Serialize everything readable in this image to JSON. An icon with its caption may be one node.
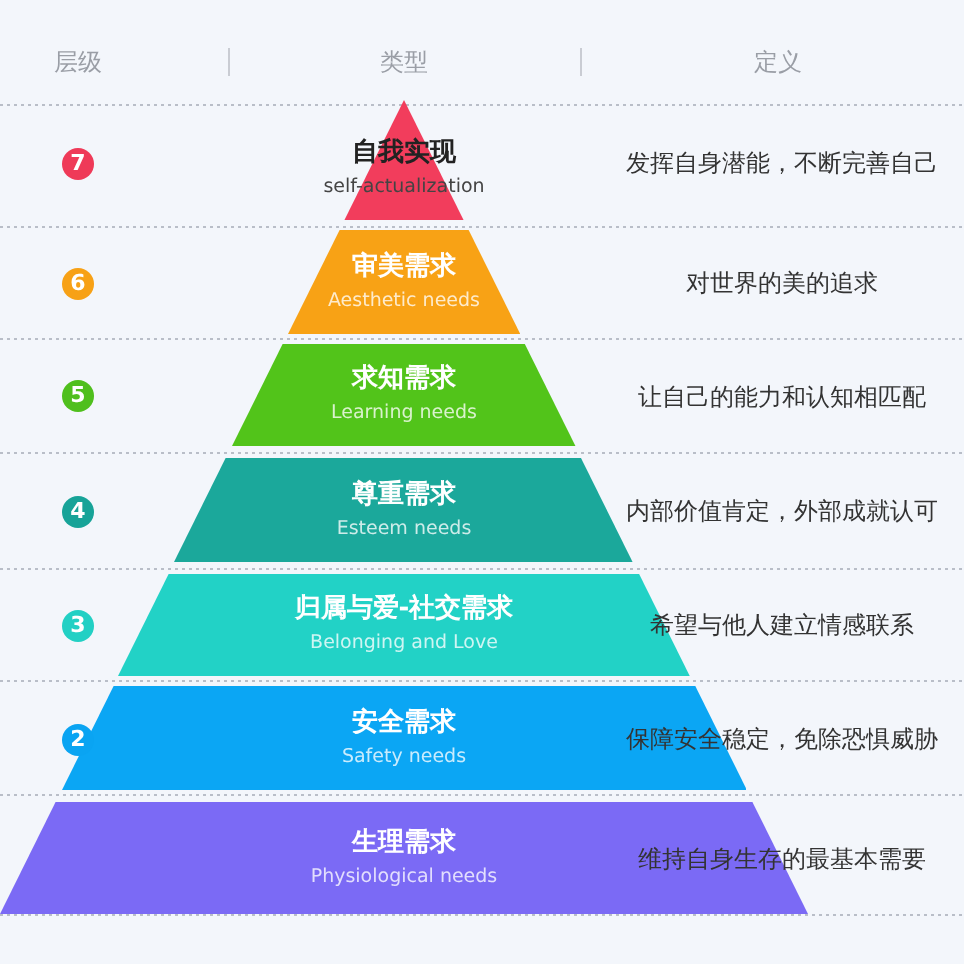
{
  "diagram": {
    "nodes": [
      {
        "text": [
          "7"
        ]
      },
      {
        "text": [
          "自我实现",
          "self-actualization"
        ]
      },
      {
        "text": [
          "6"
        ]
      },
      {
        "text": [
          "审美需求",
          "Aesthetic needs"
        ]
      },
      {
        "text": [
          "5"
        ]
      },
      {
        "text": [
          "求知需求",
          "Learning needs"
        ]
      },
      {
        "text": [
          "4"
        ]
      },
      {
        "text": [
          "尊重需求",
          "Esteem needs"
        ]
      },
      {
        "text": [
          "3"
        ]
      },
      {
        "text": [
          "归属与爱-社交需求",
          "Belonging and Love"
        ]
      },
      {
        "text": [
          "2"
        ]
      },
      {
        "text": [
          "安全需求",
          "Safety needs"
        ]
      },
      {
        "text": [
          "生理需求",
          "Physiological needs"
        ]
      }
    ],
    "labels": [
      "层级",
      "类型",
      "定义",
      "发挥自身潜能，不断完善自己",
      "对世界的美的追求",
      "让自己的能力和认知相匹配",
      "内部价值肯定，外部成就认可",
      "希望与他人建立情感联系",
      "保障安全稳定，免除恐惧威胁",
      "维持自身生存的最基本需要"
    ]
  }
}
